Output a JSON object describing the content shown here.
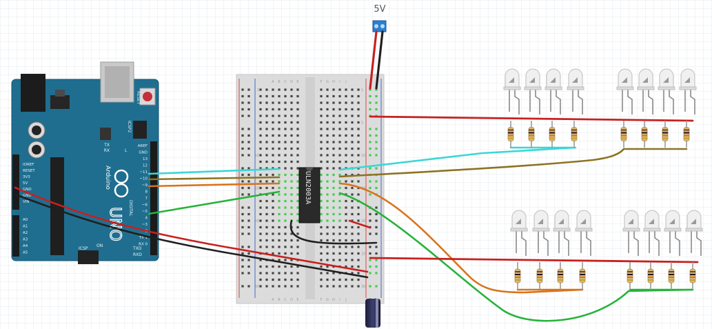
{
  "supply": {
    "label": "5V"
  },
  "arduino": {
    "brand": "Arduino",
    "model": "UNO",
    "reset_label": "RESET",
    "icsp2_label": "ICSP2",
    "icsp_label": "ICSP",
    "tx_label": "TX",
    "rx_label": "RX",
    "l_label": "L",
    "on_label": "ON",
    "digital_label": "DIGITAL",
    "txd_label": "TXD",
    "rxd_label": "RXD",
    "power_pins": [
      "IOREF",
      "RESET",
      "3V3",
      "5V",
      "GND",
      "GND",
      "VIN"
    ],
    "analog_pins": [
      "A0",
      "A1",
      "A2",
      "A3",
      "A4",
      "A5"
    ],
    "digital_pins": [
      "AREF",
      "GND",
      "13",
      "12",
      "~11",
      "~10",
      "~9",
      "8",
      "7",
      "~6",
      "~5",
      "4",
      "~3",
      "2",
      "TX 1",
      "RX 0"
    ]
  },
  "breadboard": {
    "column_letters": [
      "A",
      "B",
      "C",
      "D",
      "E",
      "F",
      "G",
      "H",
      "I",
      "J"
    ],
    "row_numbers": [
      "1",
      "5",
      "10",
      "15",
      "20",
      "25",
      "30"
    ]
  },
  "ic": {
    "label": "ULN2003A"
  },
  "colors": {
    "red": "#c8201e",
    "black": "#1f1f1f",
    "cyan": "#3cd6d6",
    "olive": "#8c7322",
    "orange": "#d9731c",
    "green": "#26b33a",
    "board_blue": "#1f6e8f",
    "grid": "#e7e9ee"
  }
}
